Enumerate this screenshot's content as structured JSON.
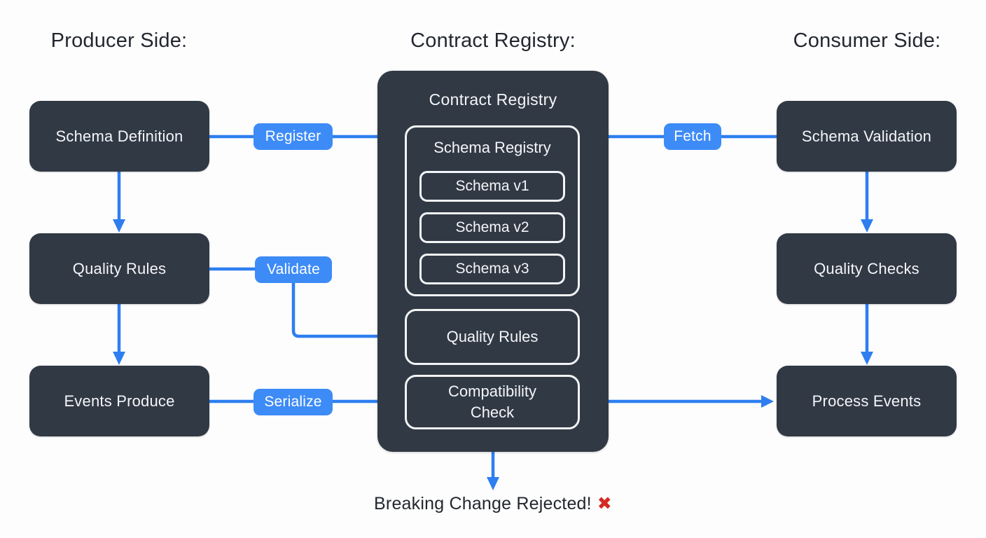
{
  "headings": {
    "producer": "Producer Side:",
    "registry": "Contract Registry:",
    "consumer": "Consumer Side:"
  },
  "producer": {
    "boxes": [
      "Schema Definition",
      "Quality Rules",
      "Events Produce"
    ]
  },
  "consumer": {
    "boxes": [
      "Schema Validation",
      "Quality Checks",
      "Process Events"
    ]
  },
  "registry": {
    "title": "Contract Registry",
    "schema_registry": {
      "title": "Schema Registry",
      "versions": [
        "Schema v1",
        "Schema v2",
        "Schema v3"
      ]
    },
    "quality_rules": "Quality Rules",
    "compatibility_check": "Compatibility Check"
  },
  "edge_labels": {
    "register": "Register",
    "validate": "Validate",
    "serialize": "Serialize",
    "fetch": "Fetch"
  },
  "footer": {
    "rejected_text": "Breaking Change Rejected!",
    "rejected_icon": "✖"
  },
  "colors": {
    "node_fill": "#313945",
    "accent_blue": "#2e7ef0",
    "label_blue": "#3d8bf7",
    "inner_border": "#f2f4f6",
    "heading_text": "#23272f",
    "reject_red": "#d42a23",
    "background": "#fdfdfd"
  }
}
